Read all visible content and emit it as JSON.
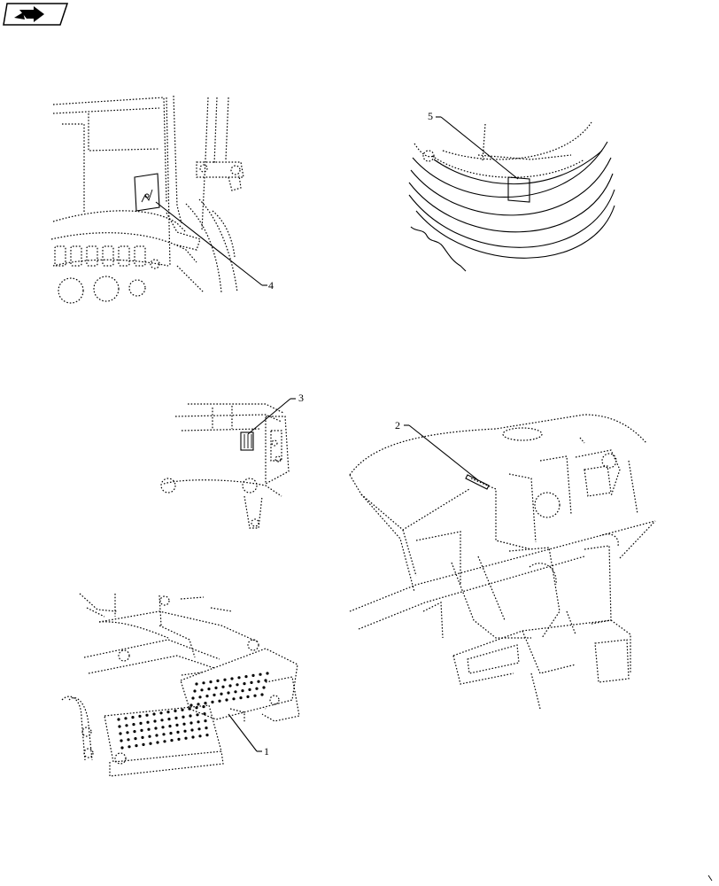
{
  "nav_icon": "next-page-arrow-icon",
  "callouts": {
    "c1": "1",
    "c2": "2",
    "c3": "3",
    "c4": "4",
    "c5": "5"
  },
  "colors": {
    "line": "#000000",
    "background": "#ffffff"
  }
}
